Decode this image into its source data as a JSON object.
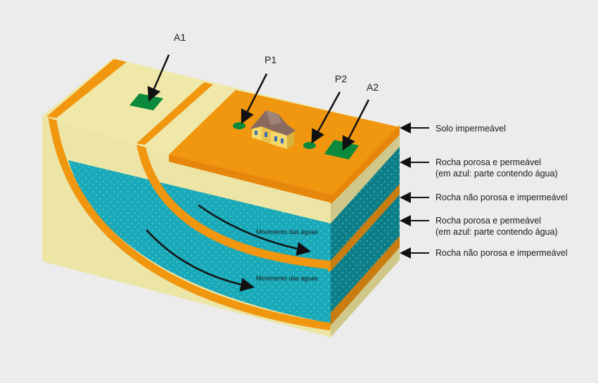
{
  "points": {
    "a1": "A1",
    "p1": "P1",
    "p2": "P2",
    "a2": "A2"
  },
  "flow": {
    "upper": "Movimento das águas",
    "lower": "Movimento das águas"
  },
  "legend": [
    {
      "line1": "Solo impermeável",
      "line2": ""
    },
    {
      "line1": "Rocha porosa e permeável",
      "line2": "(em azul: parte contendo água)"
    },
    {
      "line1": "Rocha não porosa e impermeável",
      "line2": ""
    },
    {
      "line1": "Rocha porosa e permeável",
      "line2": "(em azul: parte contendo água)"
    },
    {
      "line1": "Rocha não porosa e impermeável",
      "line2": ""
    }
  ],
  "colors": {
    "soil": "#f0960f",
    "sand": "#efe8a8",
    "sand_side": "#ddd796",
    "water": "#1aa9b8",
    "water_side": "#0d7d87",
    "green": "#0a8a3a"
  }
}
